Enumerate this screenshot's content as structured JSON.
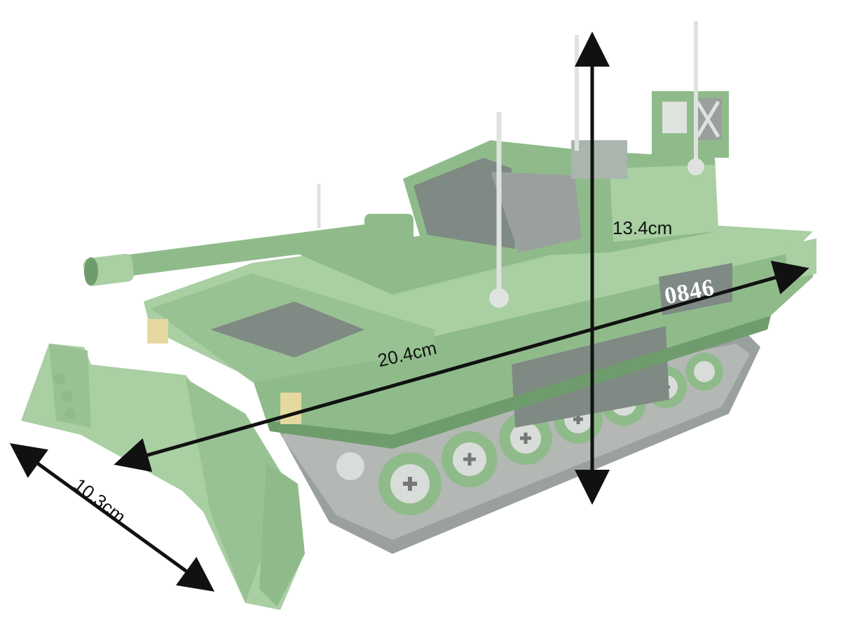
{
  "dimensions": {
    "length": "20.4cm",
    "height": "13.4cm",
    "width": "10.3cm"
  },
  "hull_number": "0846",
  "colors": {
    "hull_light": "#a9cfa3",
    "hull_mid": "#8fbb8a",
    "hull_dark": "#6f9c6c",
    "armor_grey": "#7f8a84",
    "track_grey": "#9aa09d",
    "wheel_light": "#d9ddd9",
    "arrow": "#111111",
    "plate_text": "#ffffff"
  }
}
